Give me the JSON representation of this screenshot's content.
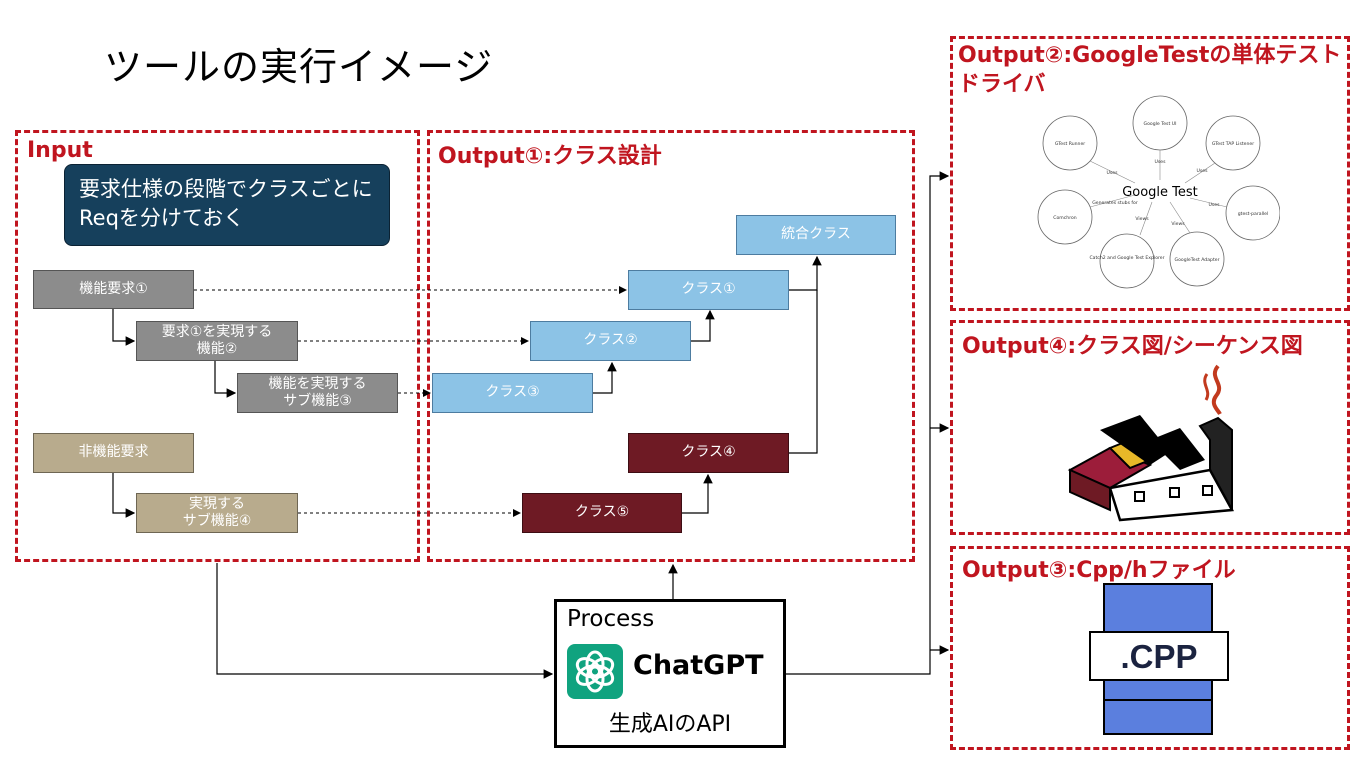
{
  "title": "ツールの実行イメージ",
  "frames": {
    "input": "Input",
    "output1": "Output①:クラス設計",
    "output2": "Output②:GoogleTestの単体テストドライバ",
    "output4": "Output④:クラス図/シーケンス図",
    "output3": "Output③:Cpp/hファイル"
  },
  "callout": "要求仕様の段階でクラスごとにReqを分けておく",
  "input_boxes": {
    "func_req_1": "機能要求①",
    "func_1": [
      "要求①を実現する",
      "機能②"
    ],
    "sub_func_3": [
      "機能を実現する",
      "サブ機能③"
    ],
    "nonfunc_req": "非機能要求",
    "sub_func_4": [
      "実現する",
      "サブ機能④"
    ]
  },
  "classes": {
    "integrated": "統合クラス",
    "class1": "クラス①",
    "class2": "クラス②",
    "class3": "クラス③",
    "class4": "クラス④",
    "class5": "クラス⑤"
  },
  "process": {
    "label": "Process",
    "product": "ChatGPT",
    "api": "生成AIのAPI"
  },
  "googletest_diagram": {
    "center": "Google Test",
    "nodes": [
      "GTest Runner",
      "Google Test UI",
      "GTest TAP Listener",
      "Comchron",
      "gtest-parallel",
      "Catch2 and Google Test Explorer",
      "GoogleTest Adapter"
    ],
    "edge_labels": [
      "Uses",
      "Uses",
      "Uses",
      "Generates stubs for",
      "Uses",
      "Views",
      "Views"
    ]
  },
  "cpp_file": ".CPP",
  "colors": {
    "frame": "#c0151f",
    "gray": "#8c8c8c",
    "tan": "#b8ab8d",
    "blue": "#8cc3e6",
    "maroon": "#6e1a24",
    "callout": "#16405c",
    "chatgpt": "#10a37f",
    "cpp": "#5b7fde"
  }
}
